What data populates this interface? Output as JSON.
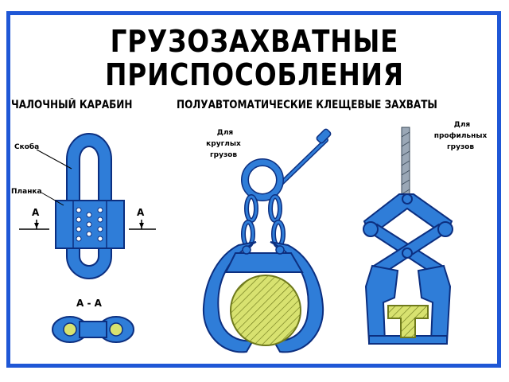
{
  "title": {
    "line1": "ГРУЗОЗАХВАТНЫЕ",
    "line2": "ПРИСПОСОБЛЕНИЯ"
  },
  "headings": {
    "carabiner": "ЧАЛОЧНЫЙ КАРАБИН",
    "clamps": "ПОЛУАВТОМАТИЧЕСКИЕ КЛЕЩЕВЫЕ ЗАХВАТЫ"
  },
  "carabiner": {
    "bracket_label": "Скоба",
    "plate_label": "Планка",
    "section_left": "А",
    "section_right": "А",
    "section_title": "А - А"
  },
  "round_clamp": {
    "caption_l1": "Для",
    "caption_l2": "круглых",
    "caption_l3": "грузов"
  },
  "profile_clamp": {
    "caption_l1": "Для",
    "caption_l2": "профильных",
    "caption_l3": "грузов"
  },
  "colors": {
    "frame": "#1f57d6",
    "metal": "#2f7dd8",
    "outline": "#0c2f80",
    "load": "#d8e270",
    "background": "#ffffff"
  }
}
